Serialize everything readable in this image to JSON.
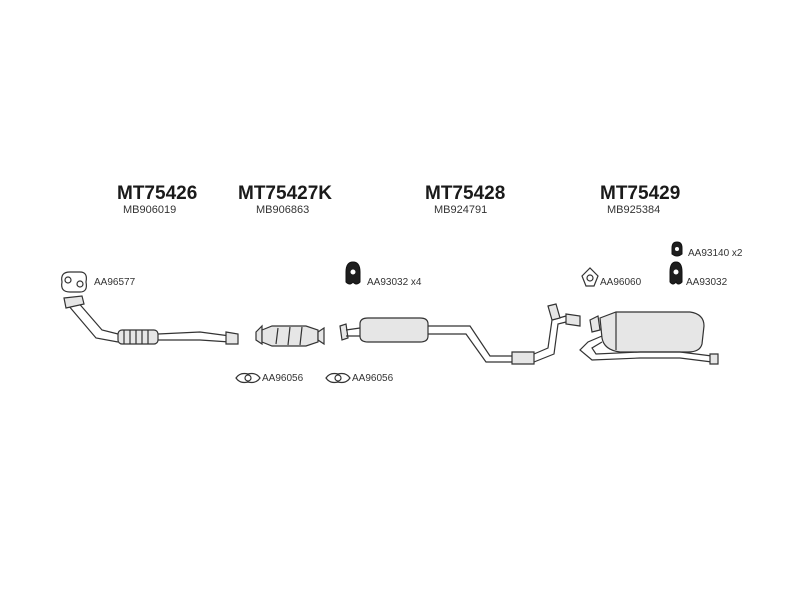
{
  "groups": [
    {
      "code": "MT75426",
      "ref": "MB906019"
    },
    {
      "code": "MT75427K",
      "ref": "MB906863"
    },
    {
      "code": "MT75428",
      "ref": "MB924791"
    },
    {
      "code": "MT75429",
      "ref": "MB925384"
    }
  ],
  "labels": {
    "gasket_front": "AA96577",
    "hanger_mid": "AA93032 x4",
    "gasket_cat_left": "AA96056",
    "gasket_cat_right": "AA96056",
    "gasket_rear": "AA96060",
    "clamp_rear": "AA93140 x2",
    "hanger_rear": "AA93032"
  }
}
